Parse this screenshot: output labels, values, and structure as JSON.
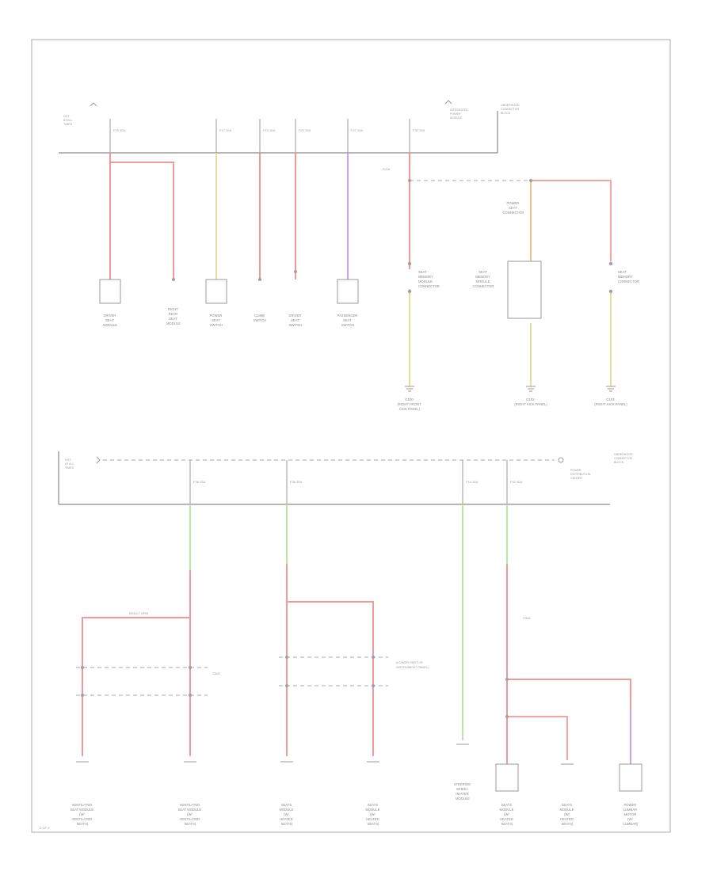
{
  "colors": {
    "red": "#f29a9a",
    "pink": "#f4a6a6",
    "yellow": "#e6df98",
    "orange": "#f2c08a",
    "violet": "#c7a2e6",
    "green": "#b9e8a2",
    "frame": "#b8b8b8"
  },
  "top_panel": {
    "bus_left_label": [
      "HOT",
      "AT ALL",
      "TIMES"
    ],
    "bus_right_label": [
      "INTEGRATED",
      "POWER",
      "MODULE"
    ],
    "bus_right_label_2": [
      "UNDERHOOD",
      "CONNECTOR",
      "BLOCK"
    ],
    "fuses": [
      "F19 30A",
      "F17 10A",
      "F13 10A",
      "F21 10A",
      "F27 10A",
      "F32 10A"
    ],
    "splice_label": "S216",
    "loads": [
      [
        "DRIVER",
        "SEAT",
        "MODULE"
      ],
      [
        "RIGHT",
        "REAR",
        "SEAT",
        "MODULE"
      ],
      [
        "POWER",
        "SEAT",
        "SWITCH"
      ],
      [
        "CLIMB",
        "SWITCH"
      ],
      [
        "DRIVER",
        "SEAT",
        "SWITCH"
      ],
      [
        "PASSENGER",
        "SEAT",
        "SWITCH"
      ]
    ],
    "seat_connector_labels": [
      [
        "SEAT",
        "MEMORY",
        "MODULE",
        "CONNECTOR"
      ],
      [
        "SEAT",
        "MEMORY",
        "MODULE",
        "CONNECTOR"
      ],
      [
        "POWER",
        "SEAT",
        "CONNECTOR"
      ],
      [
        "SEAT",
        "MEMORY",
        "CONNECTOR"
      ]
    ],
    "grounds": [
      [
        "G100",
        "(RIGHT FRONT",
        "KICK PANEL)"
      ],
      [
        "G102",
        "(RIGHT KICK PANEL)"
      ],
      [
        "G103",
        "(RIGHT KICK PANEL)"
      ]
    ]
  },
  "bottom_panel": {
    "bus_left_label": [
      "HOT",
      "AT ALL",
      "TIMES"
    ],
    "bus_right_label": [
      "POWER",
      "DISTRIBUTION",
      "CENTER"
    ],
    "bus_right_label_2": [
      "UNDERHOOD",
      "CONNECTOR",
      "BLOCK"
    ],
    "fuses": [
      "F38 25A",
      "F36 30A",
      "F14 10A",
      "F42 40A"
    ],
    "wire_notes": [
      "RED/LT GRN",
      "C306",
      "(LOWER PART OF",
      "INSTRUMENT PANEL)",
      "C306"
    ],
    "loads": [
      [
        "VENTILATED",
        "SEAT MODULE",
        "(W/",
        "VENTILATED",
        "SEATS)"
      ],
      [
        "VENTILATED",
        "SEAT MODULE",
        "(W/",
        "VENTILATED",
        "SEATS)"
      ],
      [
        "SEATS",
        "MODULE",
        "(W/",
        "HEATED",
        "SEATS)"
      ],
      [
        "SEATS",
        "MODULE",
        "(W/",
        "HEATED",
        "SEATS)"
      ],
      [
        "STEERING",
        "WHEEL",
        "HEATER",
        "MODULE"
      ],
      [
        "SEATS",
        "MODULE",
        "(W/",
        "HEATED",
        "SEATS)"
      ],
      [
        "SEATS",
        "MODULE",
        "(W/",
        "HEATED",
        "SEATS)"
      ],
      [
        "POWER",
        "LUMBAR",
        "MOTOR",
        "(W/",
        "LUMBAR)"
      ]
    ]
  },
  "footer": {
    "page_id": "2 OF 3"
  }
}
